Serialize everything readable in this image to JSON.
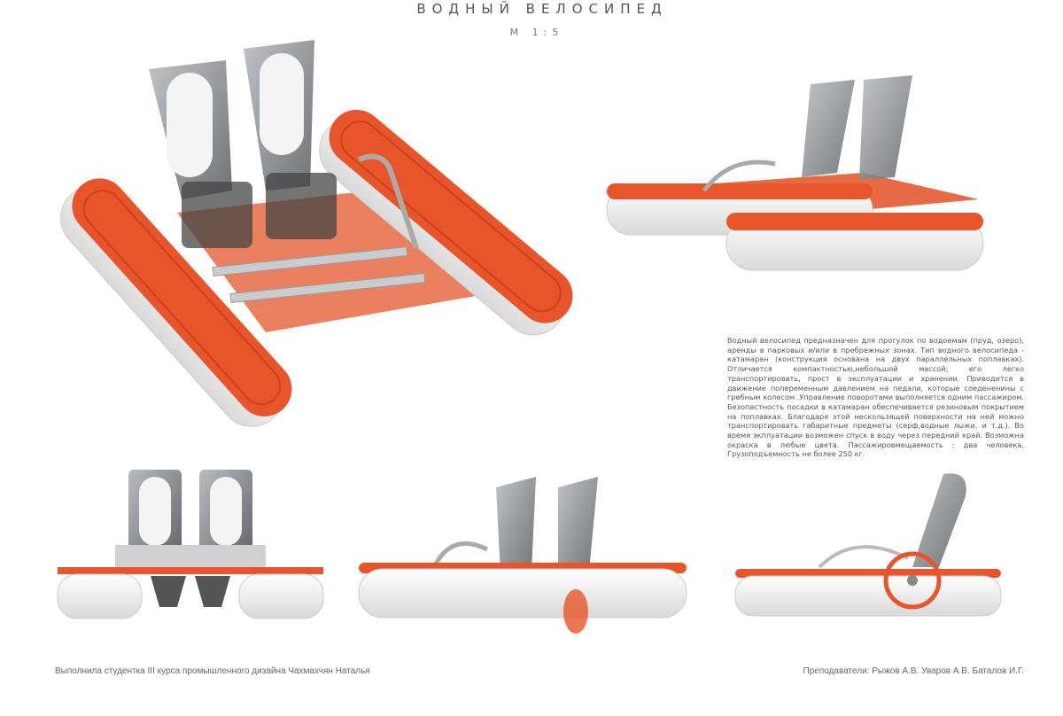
{
  "header": {
    "title": "ВОДНЫЙ ВЕЛОСИПЕД",
    "scale": "М 1:5"
  },
  "description": "Водный велосипед предназначен для прогулок по водоемам (пруд, озеро), аренды в парковых и/или в пребрежных зонах. Тип водного велосипеда - катамаран (конструкция основана на двух параллельных поплавках). Отличается компактностью,небольшой массой; его легко транспортировать, прост в эксплуатации и хранении. Приводится в движение попеременным давлением на педали, которые соедененины с гребным колесом .Управление поворотами выполняется одним пассажиром. Безопастность посадки в катамаран обеспечивается резиновым покрытием на поплавках. Благодаря этой нескользящей поверхности на ней можно транспортировать габаритные предметы (серф,водные лыжи, и т.д.). Во время экплуатации возможен спуск в воду через передний край. Возможна окраска в любые цвета. Пассажировмещаемость : два человека. Грузоподъемность не более 250 кг.",
  "footer": {
    "author": "Выполнила студентка III курса промышленного дизайна Чахмахчян Наталья",
    "teachers": "Преподаватели: Рыжов А.В. Уваров А.В. Баталов И.Г."
  },
  "colors": {
    "accent": "#e8552a",
    "hull": "#f2f2f2",
    "seat": "#8a8d92"
  }
}
